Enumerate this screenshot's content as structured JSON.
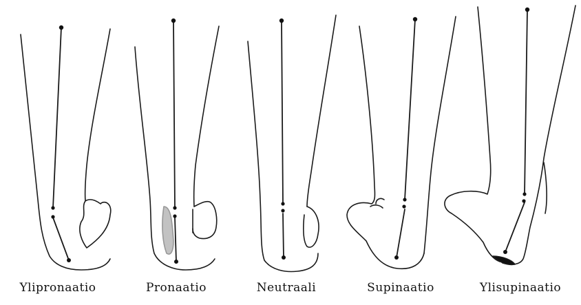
{
  "panels": [
    {
      "id": "ylipronaatio",
      "caption": "Ylipronaatio"
    },
    {
      "id": "pronaatio",
      "caption": "Pronaatio"
    },
    {
      "id": "neutraali",
      "caption": "Neutraali"
    },
    {
      "id": "supinaatio",
      "caption": "Supinaatio"
    },
    {
      "id": "ylisupinaatio",
      "caption": "Ylisupinaatio"
    }
  ],
  "colors": {
    "ink": "#1a1a1a",
    "background": "#ffffff"
  }
}
